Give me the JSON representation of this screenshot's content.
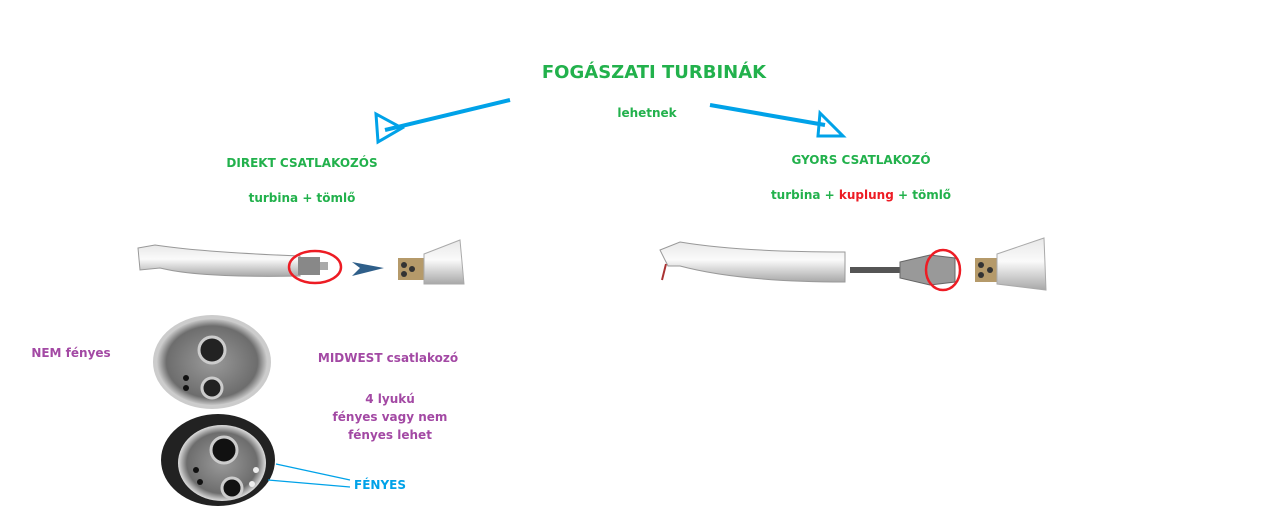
{
  "title": "FOGÁSZATI TURBINÁK",
  "connector_word": "lehetnek",
  "left": {
    "heading": "DIREKT CSATLAKOZÓS",
    "formula": "turbina + tömlő"
  },
  "right": {
    "heading": "GYORS CSATLAKOZÓ",
    "formula_a": "turbina + ",
    "formula_kuplung": "kuplung",
    "formula_b": " + tömlő"
  },
  "labels": {
    "not_lit": "NEM fényes",
    "midwest": "MIDWEST csatlakozó",
    "holes_line1": "4 lyukú",
    "holes_line2": "fényes vagy nem",
    "holes_line3": "fényes lehet",
    "lit": "FÉNYES"
  },
  "colors": {
    "green": "#22b14c",
    "purple": "#a349a4",
    "blue": "#00a2e8",
    "red": "#ed1c24"
  }
}
